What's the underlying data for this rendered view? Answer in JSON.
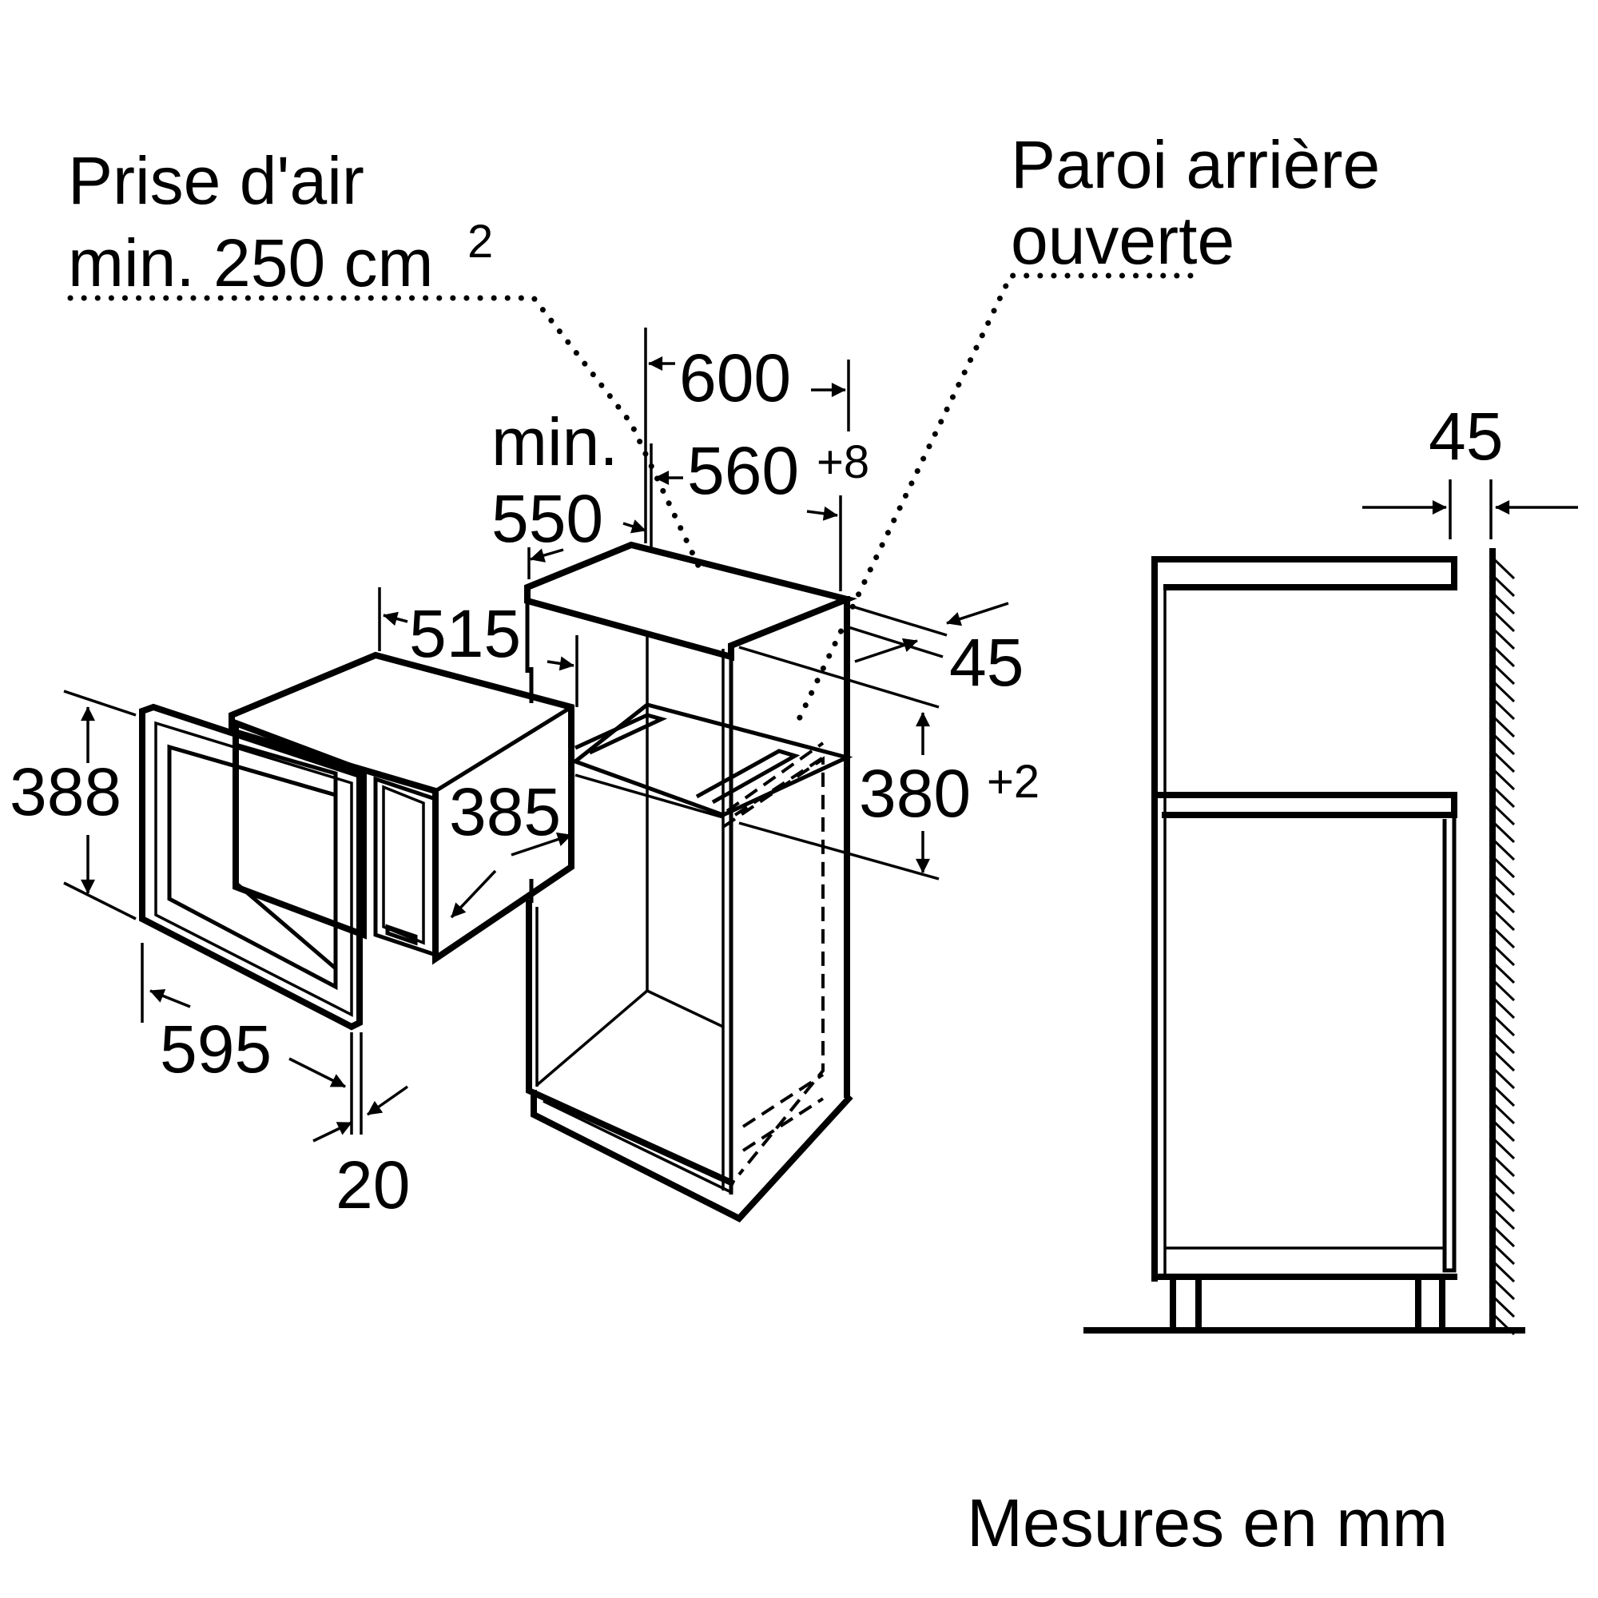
{
  "labels": {
    "air_intake_line1": "Prise d'air",
    "air_intake_line2": "min. 250 cm",
    "air_intake_sup": "2",
    "rear_wall_line1": "Paroi arrière",
    "rear_wall_line2": "ouverte",
    "min_label": "min.",
    "units_note": "Mesures en mm"
  },
  "dimensions": {
    "cabinet_width": "600",
    "niche_width": "560",
    "niche_width_tolerance": "+8",
    "min_depth": "550",
    "appliance_depth": "515",
    "rear_gap_side": "45",
    "niche_height": "380",
    "niche_height_tolerance": "+2",
    "front_height": "388",
    "body_height": "385",
    "front_width": "595",
    "front_thickness": "20",
    "rear_gap_section": "45"
  }
}
